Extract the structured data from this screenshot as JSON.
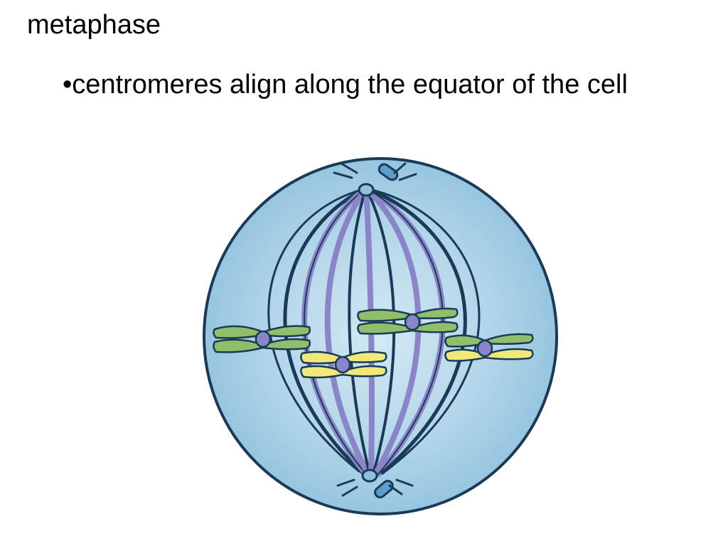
{
  "slide": {
    "title": "metaphase",
    "bullet": "•centromeres align along the equator of the cell"
  },
  "colors": {
    "background": "#ffffff",
    "text": "#000000",
    "cell_fill": "#8fc1dc",
    "cell_light": "#d2e8f4",
    "outline": "#1b3a57",
    "spindle_fiber": "#8a84c8",
    "chromosome_green": "#8fbf6a",
    "chromosome_yellow": "#f0e878"
  },
  "diagram": {
    "icon": "metaphase-cell-icon",
    "phase": "metaphase",
    "chromosome_count": 4
  }
}
